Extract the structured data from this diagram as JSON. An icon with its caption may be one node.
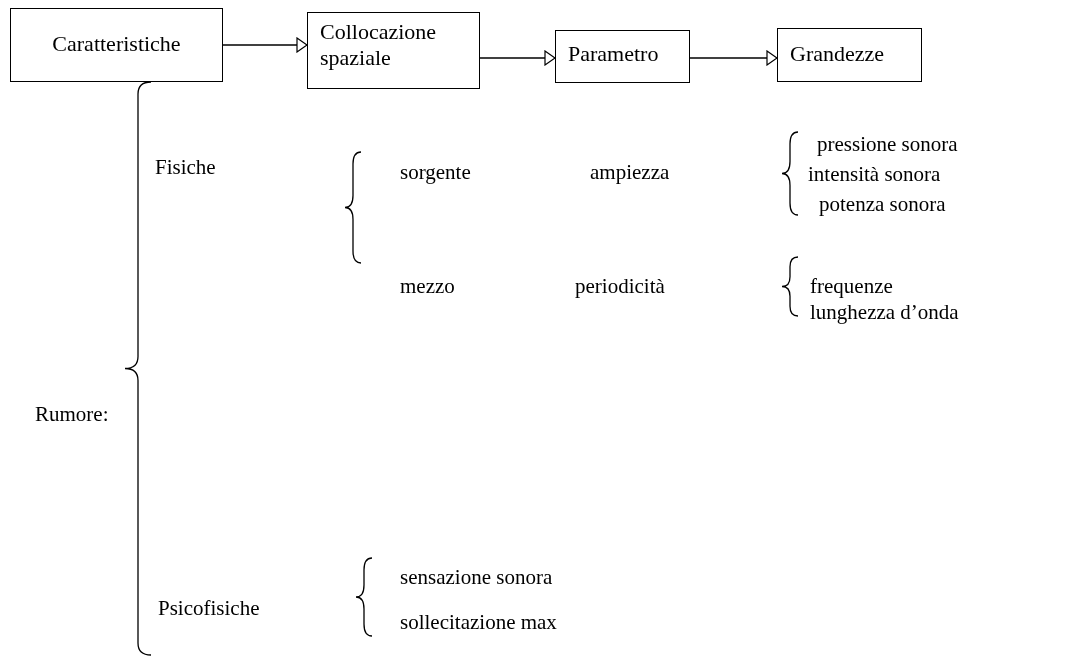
{
  "diagram": {
    "nodes": [
      {
        "text": [
          "Caratteristiche"
        ]
      },
      {
        "text": [
          "Collocazione spaziale"
        ]
      },
      {
        "text": [
          "Parametro"
        ]
      },
      {
        "text": [
          "Grandezze"
        ]
      }
    ],
    "edges": [
      {
        "from": 0,
        "to": 1,
        "arrow": "to"
      },
      {
        "from": 1,
        "to": 2,
        "arrow": "to"
      },
      {
        "from": 2,
        "to": 3,
        "arrow": "to"
      }
    ],
    "labels": [
      "Rumore:",
      "Fisiche",
      "sorgente",
      "ampiezza",
      "pressione sonora",
      "intensità sonora",
      "potenza sonora",
      "mezzo",
      "periodicità",
      "frequenze",
      "lunghezza d’onda",
      "Psicofisiche",
      "sensazione sonora",
      "sollecitazione max"
    ]
  }
}
